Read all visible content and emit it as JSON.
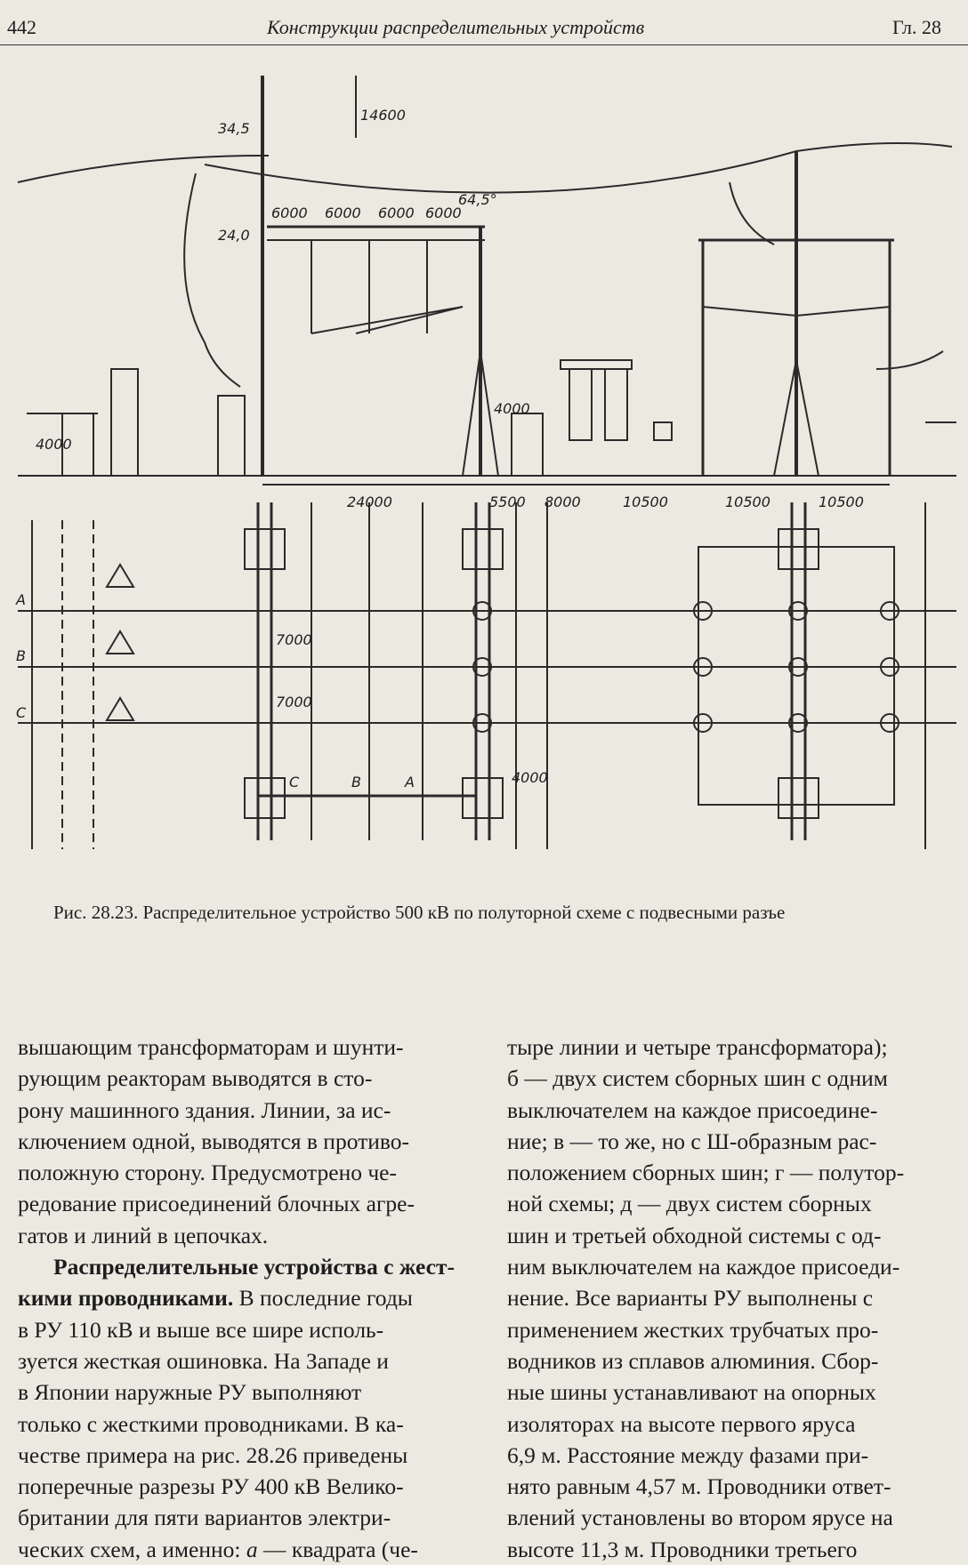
{
  "header": {
    "page_number": "442",
    "running_title": "Конструкции распределительных устройств",
    "chapter": "Гл. 28"
  },
  "figure": {
    "elevation_marks": [
      "34,5",
      "24,0"
    ],
    "vertical_dims": [
      "14600",
      "4000",
      "4000"
    ],
    "top_spans": [
      "6000",
      "6000",
      "6000",
      "6000"
    ],
    "angle_label": "64,5°",
    "bottom_dims": [
      "24000",
      "5500",
      "8000",
      "10500",
      "10500",
      "10500"
    ],
    "phase_labels": [
      "A",
      "B",
      "C"
    ],
    "plan_dims": [
      "7000",
      "7000",
      "4000"
    ],
    "bus_labels": [
      "C",
      "B",
      "A"
    ]
  },
  "caption": "Рис. 28.23. Распределительное устройство 500 кВ по полуторной схеме с подвесными разъе",
  "left_column": {
    "lines": [
      "вышающим трансформаторам и шунти-",
      "рующим реакторам выводятся в сто-",
      "рону машинного здания. Линии, за ис-",
      "ключением одной, выводятся в противо-",
      "положную сторону. Предусмотрено че-",
      "редование присоединений блочных агре-",
      "гатов и линий в цепочках."
    ],
    "heading": "Распределительные устройства с жест-",
    "heading_cont": "кими проводниками.",
    "para2_first_tail": " В последние годы",
    "para2_lines": [
      "в РУ 110 кВ и выше все шире исполь-",
      "зуется жесткая ошиновка. На Западе и",
      "в Японии наружные РУ выполняют",
      "только с жесткими проводниками. В ка-",
      "честве примера на рис. 28.26 приведены",
      "поперечные разрезы РУ 400 кВ Велико-",
      "британии для пяти вариантов электри-"
    ],
    "last_line_pre": "ческих схем, а именно: ",
    "last_line_it": "а",
    "last_line_post": " — квадрата (че-"
  },
  "right_column": {
    "lines": [
      "тыре линии и четыре трансформатора);",
      "б — двух систем сборных шин с одним",
      "выключателем на каждое присоедине-",
      "ние; в — то же, но с Ш-образным рас-",
      "положением сборных шин; г — полутор-",
      "ной схемы; д — двух систем сборных",
      "шин и третьей обходной системы с од-",
      "ним выключателем на каждое присоеди-",
      "нение. Все варианты РУ выполнены с",
      "применением жестких трубчатых про-",
      "водников из сплавов алюминия. Сбор-",
      "ные шины устанавливают на опорных",
      "изоляторах на высоте первого яруса",
      "6,9 м. Расстояние между фазами при-",
      "нято равным 4,57 м. Проводники ответ-",
      "влений установлены во втором ярусе на",
      "высоте 11,3 м. Проводники третьего"
    ]
  }
}
